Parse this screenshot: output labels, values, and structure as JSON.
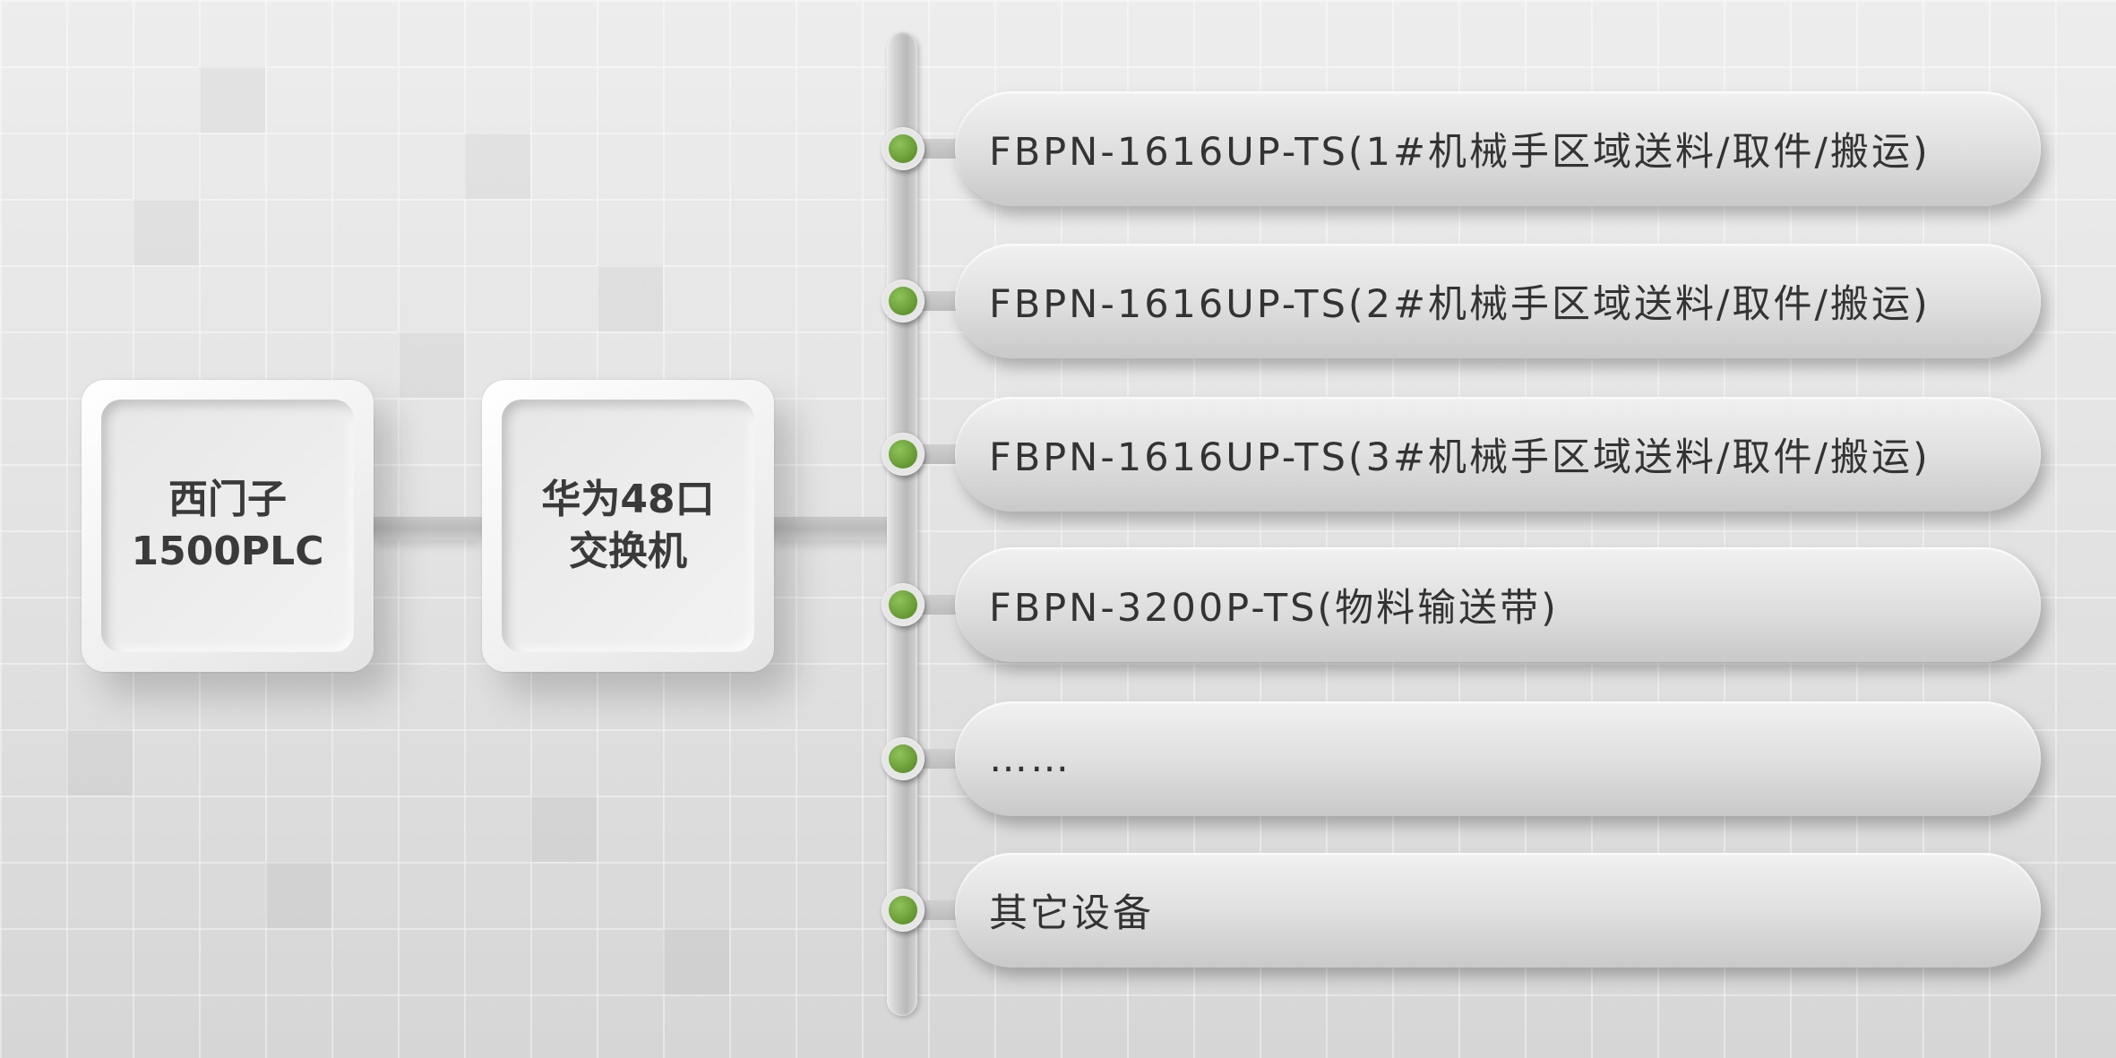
{
  "colors": {
    "node_green": "#6a9d36",
    "text_dark": "#333333"
  },
  "diagram": {
    "plc_box": {
      "lines": [
        "西门子",
        "1500PLC"
      ]
    },
    "switch_box": {
      "lines": [
        "华为48口",
        "交换机"
      ]
    },
    "devices": [
      {
        "label": "FBPN-1616UP-TS(1#机械手区域送料/取件/搬运)"
      },
      {
        "label": "FBPN-1616UP-TS(2#机械手区域送料/取件/搬运)"
      },
      {
        "label": "FBPN-1616UP-TS(3#机械手区域送料/取件/搬运)"
      },
      {
        "label": "FBPN-3200P-TS(物料输送带)"
      },
      {
        "label": "……"
      },
      {
        "label": "其它设备"
      }
    ]
  }
}
